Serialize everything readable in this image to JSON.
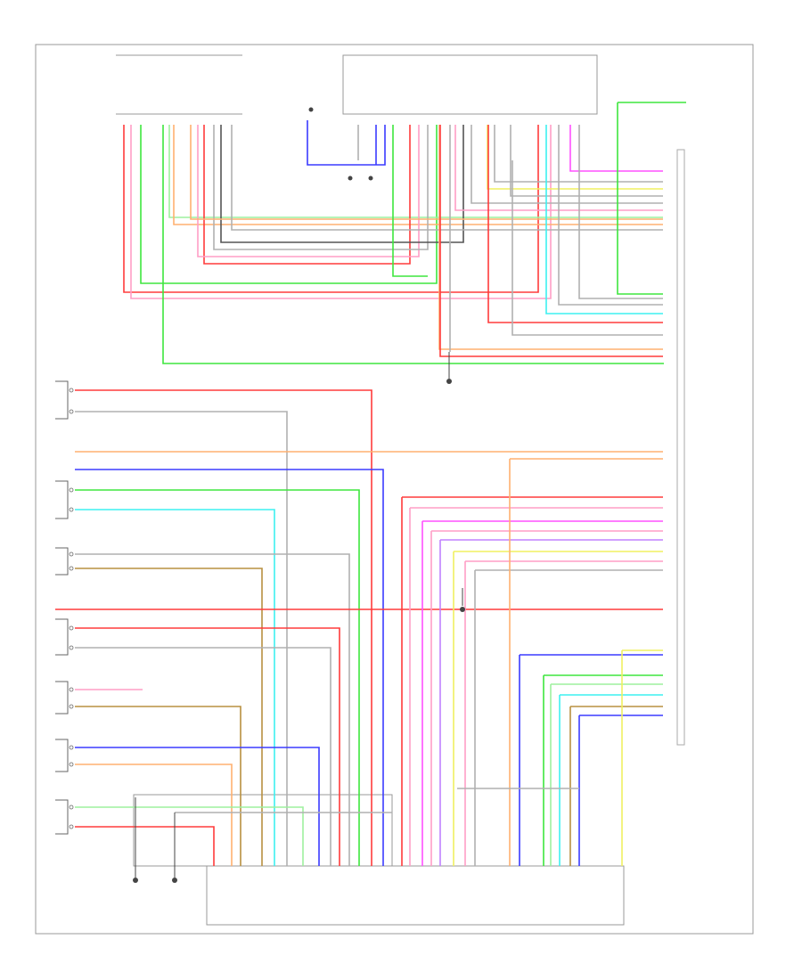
{
  "diagram": {
    "background": "#ffffff",
    "frame_color": "#999999",
    "wire_colors": {
      "red": "#ff3b3b",
      "pink": "#ff9ec6",
      "green": "#3ee63e",
      "light_green": "#9ef09e",
      "blue": "#3b3bff",
      "light_blue": "#8f8fff",
      "cyan": "#3df0f0",
      "yellow": "#f0f060",
      "orange": "#ffb070",
      "brown": "#b89040",
      "magenta": "#ff50ff",
      "gray": "#b0b0b0",
      "dark_gray": "#555555",
      "violet": "#c080ff"
    },
    "left_components": [
      {
        "id": "comp-1"
      },
      {
        "id": "comp-2"
      },
      {
        "id": "comp-3"
      },
      {
        "id": "comp-4"
      },
      {
        "id": "comp-5"
      },
      {
        "id": "comp-6"
      },
      {
        "id": "comp-7"
      },
      {
        "id": "comp-8"
      }
    ],
    "ground_points": [
      {
        "id": "ground-top-center"
      },
      {
        "id": "ground-mid-center"
      },
      {
        "id": "ground-bottom-left-1"
      },
      {
        "id": "ground-bottom-left-2"
      }
    ]
  }
}
